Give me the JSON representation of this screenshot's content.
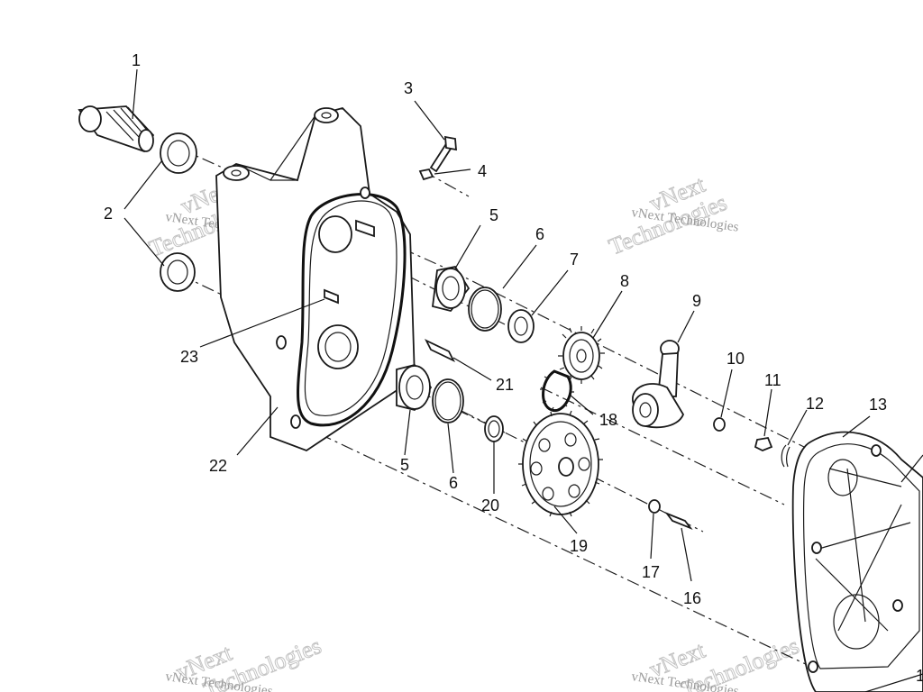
{
  "watermark": {
    "text": "vNext Technologies",
    "line1": "vNext",
    "line2": "Technologies"
  },
  "callouts": [
    {
      "id": "c1",
      "label": "1"
    },
    {
      "id": "c2",
      "label": "2"
    },
    {
      "id": "c3",
      "label": "3"
    },
    {
      "id": "c4",
      "label": "4"
    },
    {
      "id": "c5a",
      "label": "5"
    },
    {
      "id": "c5b",
      "label": "5"
    },
    {
      "id": "c6a",
      "label": "6"
    },
    {
      "id": "c6b",
      "label": "6"
    },
    {
      "id": "c7",
      "label": "7"
    },
    {
      "id": "c8",
      "label": "8"
    },
    {
      "id": "c9",
      "label": "9"
    },
    {
      "id": "c10",
      "label": "10"
    },
    {
      "id": "c11",
      "label": "11"
    },
    {
      "id": "c12",
      "label": "12"
    },
    {
      "id": "c13",
      "label": "13"
    },
    {
      "id": "c16",
      "label": "16"
    },
    {
      "id": "c17",
      "label": "17"
    },
    {
      "id": "c18",
      "label": "18"
    },
    {
      "id": "c19",
      "label": "19"
    },
    {
      "id": "c20",
      "label": "20"
    },
    {
      "id": "c21",
      "label": "21"
    },
    {
      "id": "c22",
      "label": "22"
    },
    {
      "id": "c23",
      "label": "23"
    },
    {
      "id": "c1edge",
      "label": "1"
    }
  ]
}
